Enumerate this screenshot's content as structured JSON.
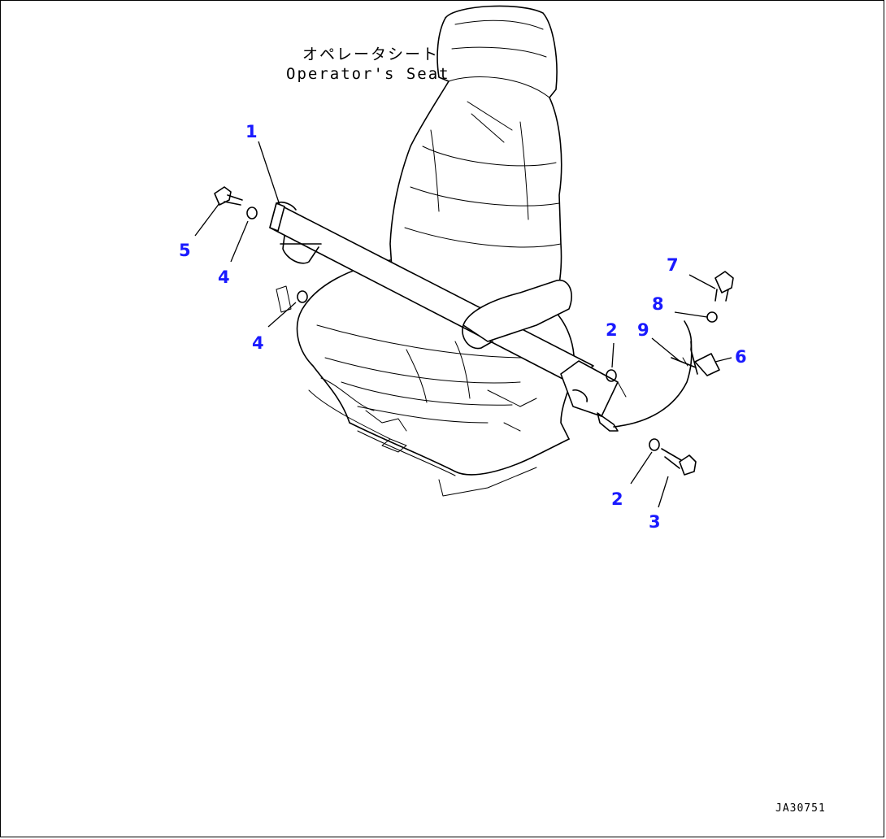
{
  "caption": {
    "japanese": "オペレータシート",
    "english": "Operator's Seat"
  },
  "callouts": [
    {
      "id": "callout-1",
      "label": "1"
    },
    {
      "id": "callout-5",
      "label": "5"
    },
    {
      "id": "callout-4a",
      "label": "4"
    },
    {
      "id": "callout-4b",
      "label": "4"
    },
    {
      "id": "callout-7",
      "label": "7"
    },
    {
      "id": "callout-8",
      "label": "8"
    },
    {
      "id": "callout-9",
      "label": "9"
    },
    {
      "id": "callout-6",
      "label": "6"
    },
    {
      "id": "callout-2a",
      "label": "2"
    },
    {
      "id": "callout-2b",
      "label": "2"
    },
    {
      "id": "callout-3",
      "label": "3"
    }
  ],
  "drawing_id": "JA30751",
  "colors": {
    "callout": "#1a1aff",
    "line": "#000000",
    "background": "#ffffff"
  }
}
